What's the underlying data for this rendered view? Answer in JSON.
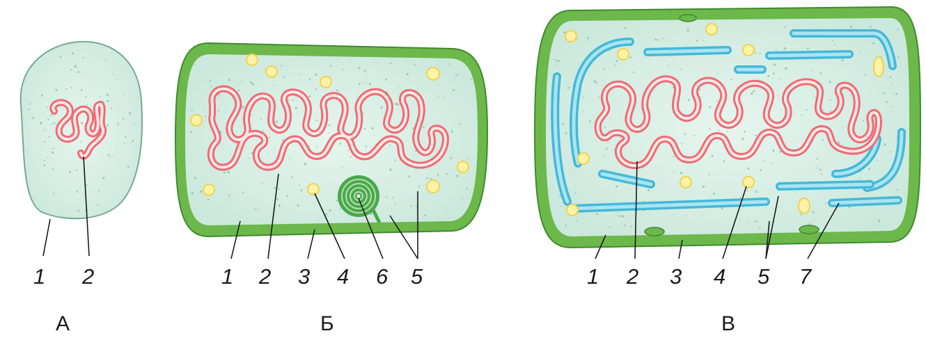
{
  "cells": [
    {
      "caption": "А",
      "labels": [
        "1",
        "2"
      ]
    },
    {
      "caption": "Б",
      "labels": [
        "1",
        "2",
        "3",
        "4",
        "6",
        "5"
      ]
    },
    {
      "caption": "В",
      "labels": [
        "1",
        "2",
        "3",
        "4",
        "5",
        "7"
      ]
    }
  ],
  "colors": {
    "cytoplasm": "#d6eee2",
    "cell_wall": "#6cb84a",
    "dna": "#f06a72",
    "granule": "#fdf2a6",
    "membrane": "#45b8d8"
  }
}
